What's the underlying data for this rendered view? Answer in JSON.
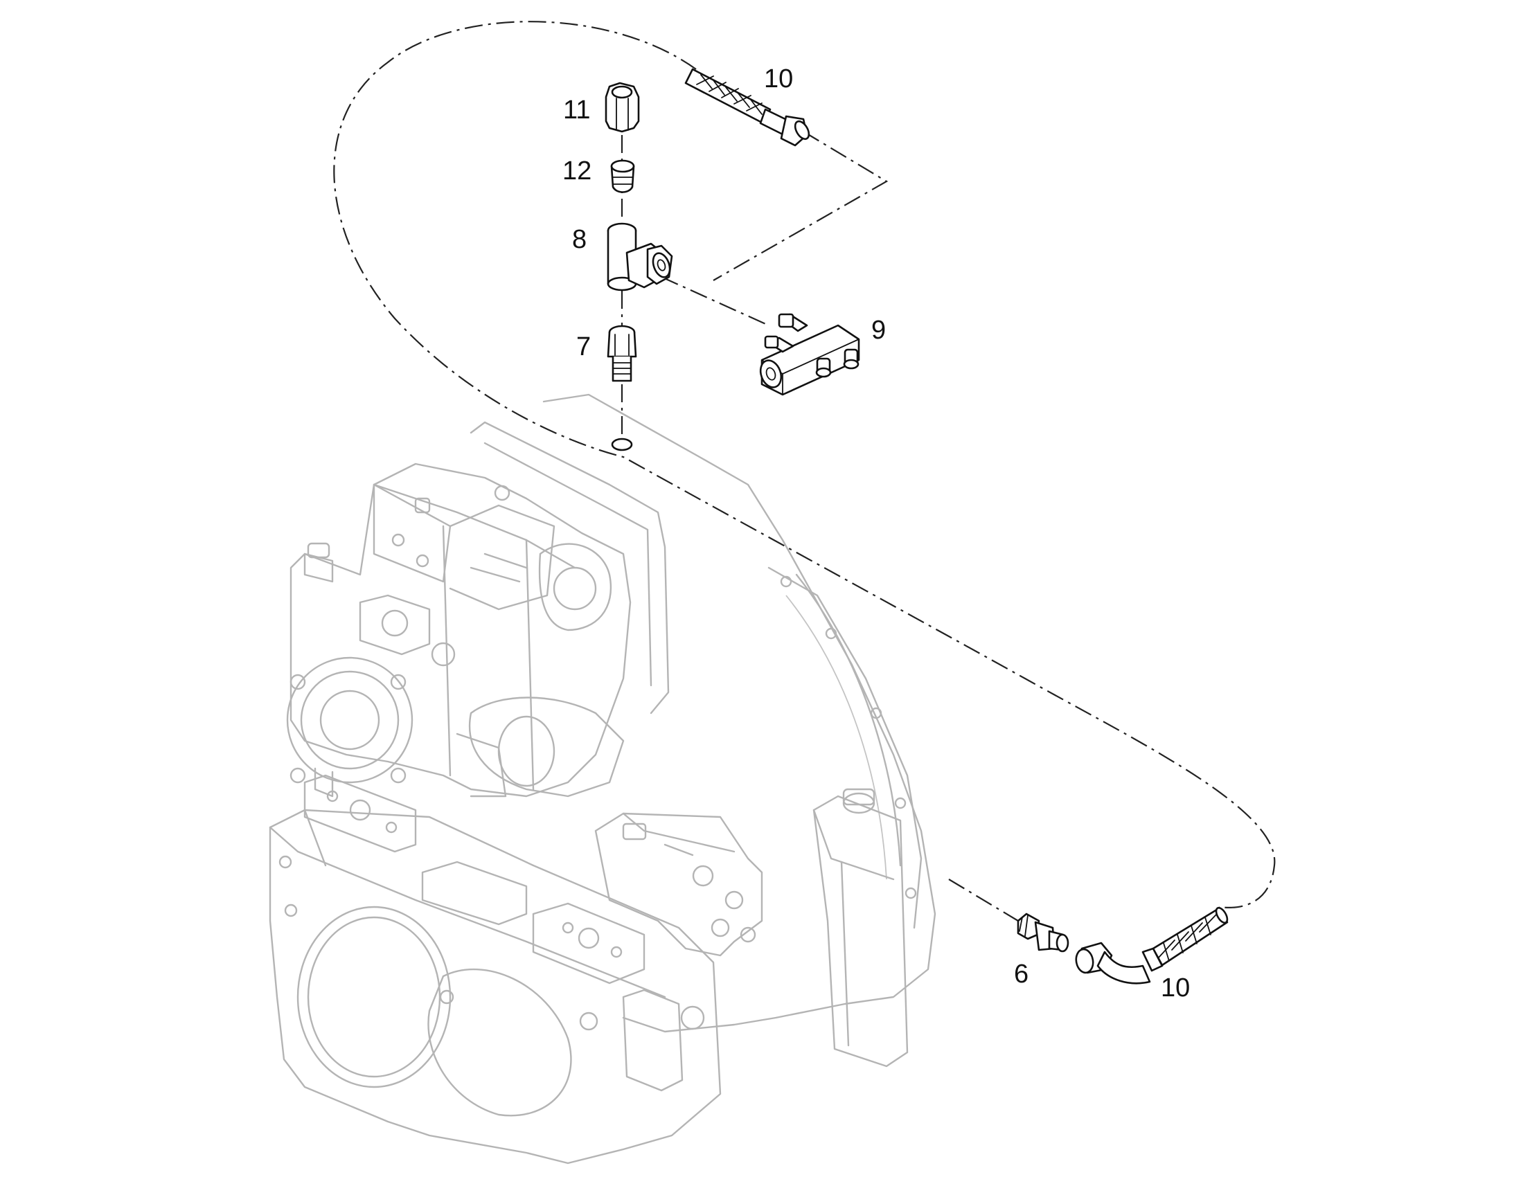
{
  "callouts": {
    "c6": "6",
    "c7": "7",
    "c8": "8",
    "c9": "9",
    "c10_top": "10",
    "c10_bottom": "10",
    "c11": "11",
    "c12": "12"
  },
  "parts": [
    {
      "ref": "6",
      "icon": "straight-adapter-icon"
    },
    {
      "ref": "7",
      "icon": "threaded-connector-icon"
    },
    {
      "ref": "8",
      "icon": "tee-fitting-icon"
    },
    {
      "ref": "9",
      "icon": "distribution-block-icon"
    },
    {
      "ref": "10",
      "icon": "braided-hose-icon"
    },
    {
      "ref": "11",
      "icon": "hex-nut-icon"
    },
    {
      "ref": "12",
      "icon": "plug-icon"
    }
  ],
  "colors": {
    "line": "#111111",
    "ghost": "#b4b4b4",
    "background": "#ffffff"
  }
}
